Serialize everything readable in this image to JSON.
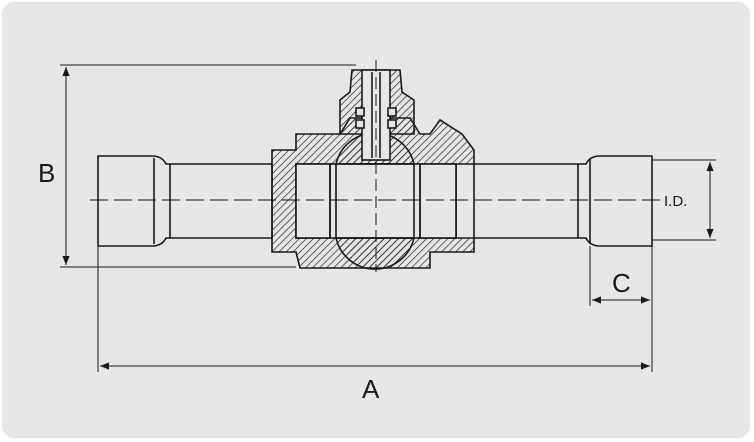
{
  "diagram": {
    "labels": {
      "A": "A",
      "B": "B",
      "C": "C",
      "id": "I.D."
    },
    "colors": {
      "background": "#e7e6e7",
      "line": "#1a1a1a",
      "pipe_fill": "#e7e6e7"
    }
  }
}
